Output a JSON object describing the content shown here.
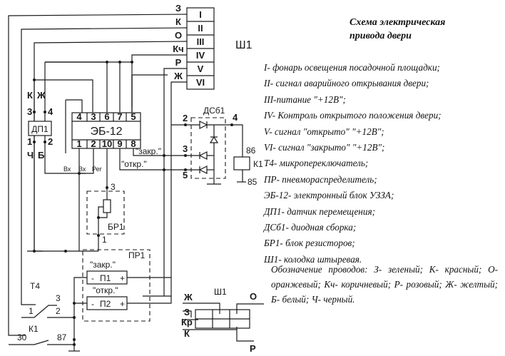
{
  "title": {
    "line1": "Схема электрическая",
    "line2": "привода двери"
  },
  "legend": [
    "I- фонарь освещения посадочной площадки;",
    "II- сигнал аварийного открывания двери;",
    "III-питание \"+12В\";",
    "IV- Контроль открытого положения двери;",
    "V- сигнал \"открыто\" \"+12В\";",
    "VI- сигнал \"закрыто\" \"+12В\";",
    "Т4- микропереключатель;",
    " ПР- пневмораспределитель;",
    "ЭБ-12- электронный блок УЗЗА;",
    " ДП1- датчик перемещения;",
    "ДСб1- диодная сборка;",
    "БР1- блок резисторов;",
    "Ш1- колодка штыревая."
  ],
  "wire_colors_note": "Обозначение проводов: З- зеленый; К- красный; О- оранжевый; Кч- коричневый; Р- розовый; Ж- желтый; Б- белый; Ч- черный.",
  "connector_sh1": {
    "name": "Ш1",
    "pins": [
      "I",
      "II",
      "III",
      "IV",
      "V",
      "VI"
    ],
    "wires": [
      "З",
      "К",
      "О",
      "Кч",
      "Р",
      "Ж"
    ]
  },
  "dp1": {
    "name": "ДП1",
    "pins": [
      "3",
      "4",
      "1",
      "2"
    ],
    "wires_top": [
      "К",
      "Ж"
    ],
    "wires_bottom": [
      "Ч",
      "Б"
    ]
  },
  "eb12": {
    "name": "ЭБ-12",
    "top_pins": [
      "4",
      "3",
      "6",
      "7",
      "5"
    ],
    "bottom_pins": [
      "1",
      "2",
      "10",
      "9",
      "8"
    ],
    "bottom_labels": [
      "Вх",
      "Вх",
      "Рег"
    ]
  },
  "signals": {
    "close": "\"закр.\"",
    "open": "\"откр.\""
  },
  "dsb1": {
    "name": "ДСб1",
    "pins": [
      "2",
      "4",
      "3",
      "5"
    ]
  },
  "k1_relay": {
    "name": "К1",
    "pins": [
      "86",
      "85"
    ],
    "contacts": [
      "30",
      "87"
    ]
  },
  "br1": {
    "name": "БР1",
    "pins": [
      "3",
      "1"
    ]
  },
  "pr1": {
    "name": "ПР1",
    "close_label": "\"закр.\"",
    "open_label": "\"откр.\"",
    "valves": [
      "П1",
      "П2"
    ],
    "minus": "-",
    "plus": "+"
  },
  "t4": {
    "name": "Т4",
    "pins": [
      "1",
      "3",
      "2"
    ]
  },
  "sh1_plug": {
    "name": "Ш1",
    "left_labels": [
      "Ж",
      "З",
      "Кр",
      "К"
    ],
    "right_labels": [
      "О",
      "Р"
    ]
  }
}
